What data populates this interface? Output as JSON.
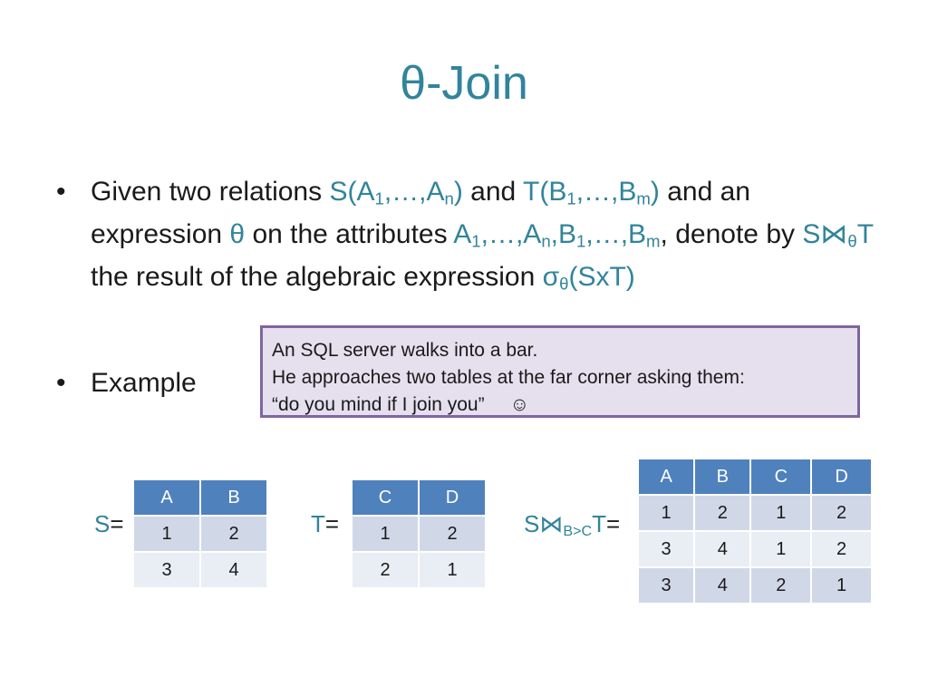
{
  "slide": {
    "title": "θ-Join"
  },
  "bullet1": {
    "marker": "•",
    "p1": "Given two relations ",
    "s_rel": "S(A",
    "sub1": "1",
    "p2": ",…,A",
    "sub_n": "n",
    "p3": ")",
    "and1": " and ",
    "t_rel": "T(B",
    "sub1b": "1",
    "p4": ",…,B",
    "sub_m": "m",
    "p5": ")",
    "and2": " and an expression ",
    "theta": "θ",
    "on_attr": " on the attributes ",
    "a_list1": "A",
    "a_sub1": "1",
    "a_list2": ",…,A",
    "a_subn": "n",
    "a_list3": ",B",
    "a_sub1b": "1",
    "a_list4": ",…,B",
    "a_subm": "m",
    "comma": ",",
    "denote": " denote by ",
    "sjoin": "S⋈",
    "sjoin_sub": "θ",
    "sjoin_t": "T",
    "result": " the result of the algebraic expression ",
    "sigma": "σ",
    "sigma_sub": "θ",
    "sigma_rest": "(SxT)"
  },
  "bullet2": {
    "marker": "•",
    "text": "Example"
  },
  "note": {
    "line1": "An SQL server walks into a bar.",
    "line2": "He approaches two tables at the far corner asking them:",
    "line3": "“do you mind if I join you”",
    "smiley": "☺"
  },
  "relation_s": {
    "name": "S",
    "eq": "=",
    "headers": [
      "A",
      "B"
    ],
    "rows": [
      [
        "1",
        "2"
      ],
      [
        "3",
        "4"
      ]
    ]
  },
  "relation_t": {
    "name": "T",
    "eq": "=",
    "headers": [
      "C",
      "D"
    ],
    "rows": [
      [
        "1",
        "2"
      ],
      [
        "2",
        "1"
      ]
    ]
  },
  "relation_join": {
    "name": "S⋈",
    "sub": "B>C",
    "name2": "T",
    "eq": "=",
    "headers": [
      "A",
      "B",
      "C",
      "D"
    ],
    "rows": [
      [
        "1",
        "2",
        "1",
        "2"
      ],
      [
        "3",
        "4",
        "1",
        "2"
      ],
      [
        "3",
        "4",
        "2",
        "1"
      ]
    ]
  },
  "colors": {
    "title": "#31849b",
    "highlight": "#31849b",
    "table_header": "#4f81bd",
    "table_row_odd": "#d0d8e8",
    "table_row_even": "#e9edf4",
    "note_bg": "#e6dfee",
    "note_border": "#8064a2"
  }
}
